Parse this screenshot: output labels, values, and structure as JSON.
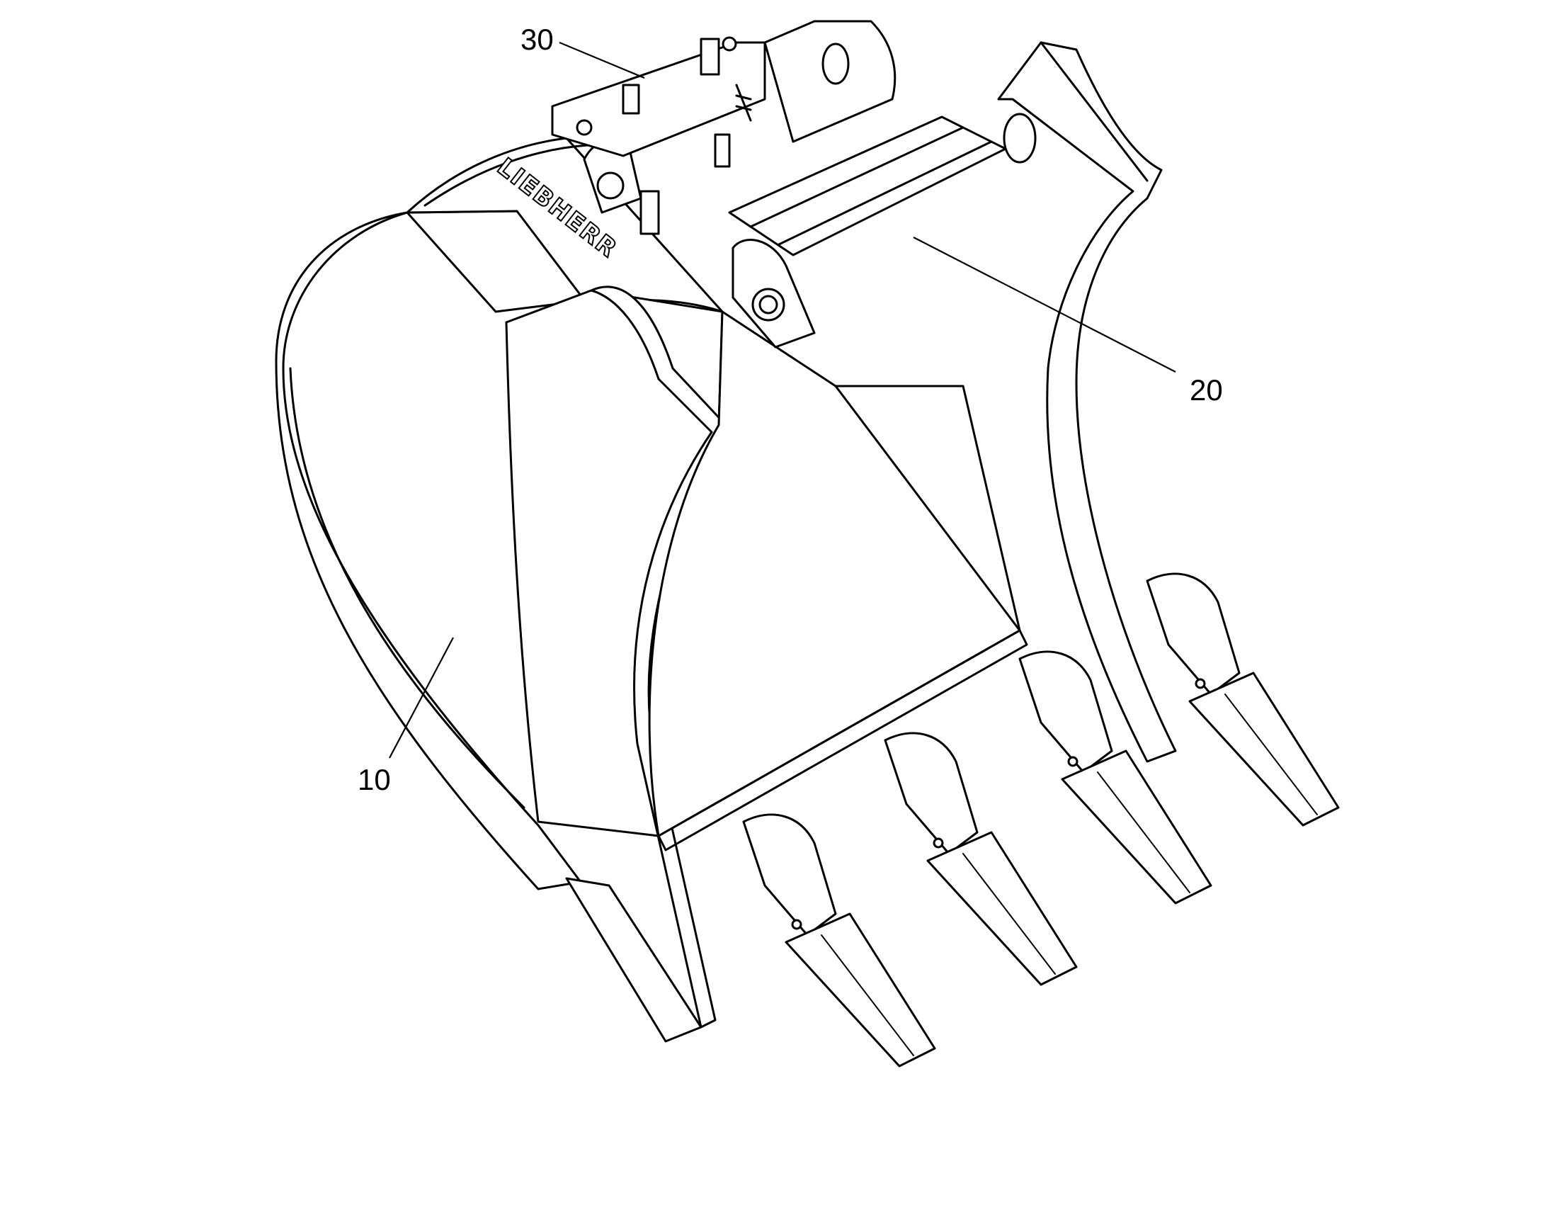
{
  "figure": {
    "labels": {
      "bucket_body": "10",
      "hinge_shaft": "20",
      "coupling_unit": "30"
    },
    "logo_text": "LIEBHERR",
    "tooth_count": 4
  }
}
